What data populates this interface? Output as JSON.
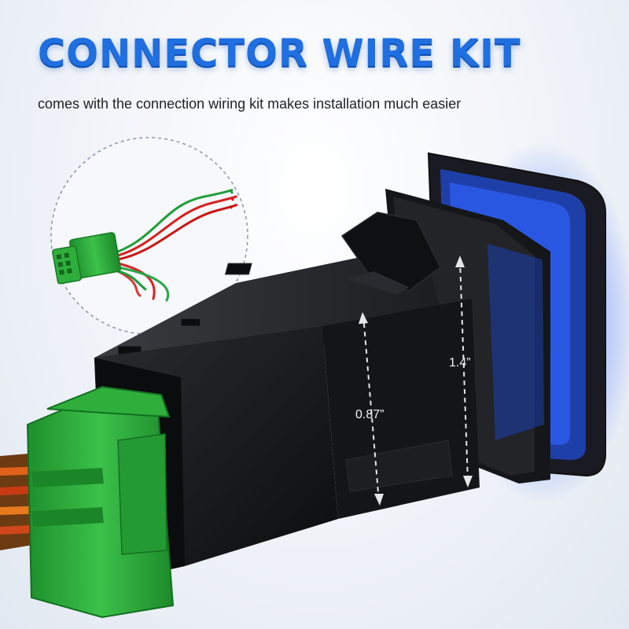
{
  "header": {
    "title": "CONNECTOR WIRE KIT",
    "subtitle": "comes with the connection wiring kit makes installation much easier"
  },
  "dimensions": {
    "width_label": "0.87”",
    "height_label": "1.4”"
  },
  "colors": {
    "title_blue": "#1f6fe0",
    "led_blue": "#2b6bff",
    "connector_green": "#2fae3c",
    "switch_body": "#1b1c1f"
  }
}
